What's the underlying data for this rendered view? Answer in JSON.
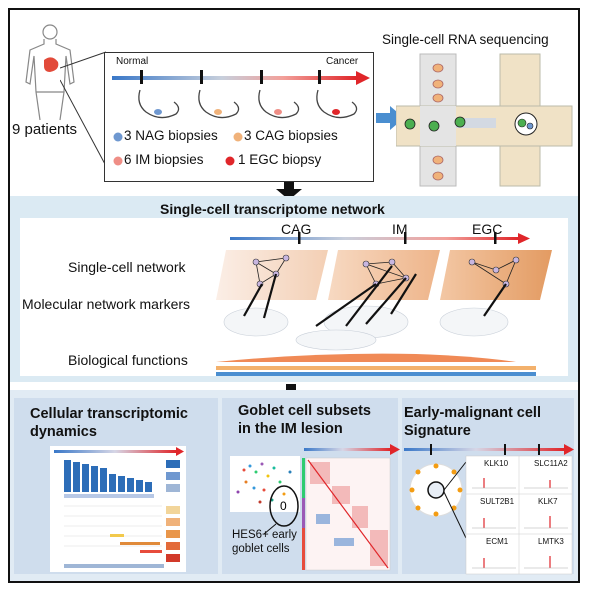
{
  "top": {
    "patients_label": "9 patients",
    "normal_label": "Normal",
    "cancer_label": "Cancer",
    "biopsies": [
      {
        "text": "3 NAG biopsies",
        "color": "#6f98d0"
      },
      {
        "text": "3 CAG biopsies",
        "color": "#f0b27a"
      },
      {
        "text": "6 IM biopsies",
        "color": "#ef8e86"
      },
      {
        "text": "1 EGC biopsy",
        "color": "#e0262a"
      }
    ],
    "scrna_title": "Single-cell RNA sequencing"
  },
  "network": {
    "title": "Single-cell  transcriptome network",
    "stages": [
      "CAG",
      "IM",
      "EGC"
    ],
    "rows": [
      "Single-cell network",
      "Molecular network markers",
      "Biological functions"
    ]
  },
  "bottom": {
    "panel1_title": [
      "Cellular transcriptomic",
      "dynamics"
    ],
    "panel2_title": [
      "Goblet cell subsets",
      "in the IM lesion"
    ],
    "panel2_annot": [
      "HES6+ early",
      "goblet cells"
    ],
    "panel2_cluster_label": "0",
    "panel3_title": [
      "Early-malignant cell",
      "Signature"
    ],
    "genes": [
      "KLK10",
      "SLC11A2",
      "SULT2B1",
      "KLK7",
      "ECM1",
      "LMTK3"
    ]
  },
  "colors": {
    "blue": "#3a78c8",
    "red": "#e03a2a",
    "section_bg": "#dbeaf3",
    "panel_bg": "#cfdded",
    "arrow_blue": "#4a8ed0"
  }
}
